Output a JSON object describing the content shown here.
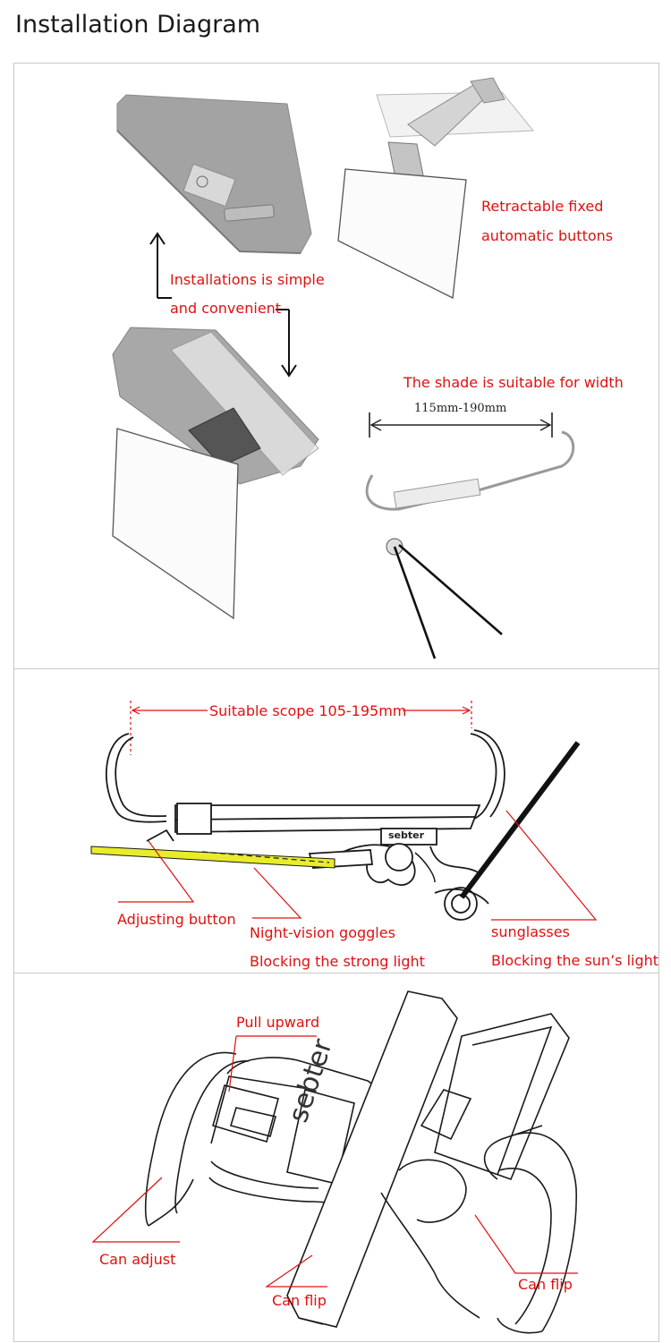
{
  "page_title": "Installation Diagram",
  "panel1": {
    "label_retractable_1": "Retractable fixed",
    "label_retractable_2": "automatic buttons",
    "label_install_1": "Installations is simple",
    "label_install_2": "and convenient",
    "label_shade_width": "The shade is suitable for width",
    "dimension": "115mm-190mm"
  },
  "panel2": {
    "label_scope": "Suitable scope 105-195mm",
    "brand": "sebter",
    "label_adjusting": "Adjusting button",
    "label_night_1": "Night-vision goggles",
    "label_night_2": "Blocking the strong light",
    "label_sun_1": "sunglasses",
    "label_sun_2": "Blocking the sun’s light"
  },
  "panel3": {
    "label_pull": "Pull upward",
    "brand": "sebter",
    "label_can_adjust": "Can adjust",
    "label_can_flip_left": "Can flip",
    "label_can_flip_right": "Can flip"
  },
  "colors": {
    "label_red": "#e01010",
    "visor_gray": "#9a9a9a",
    "night_lens_yellow": "#e8ec2a",
    "panel_border": "#c8c8c8"
  }
}
